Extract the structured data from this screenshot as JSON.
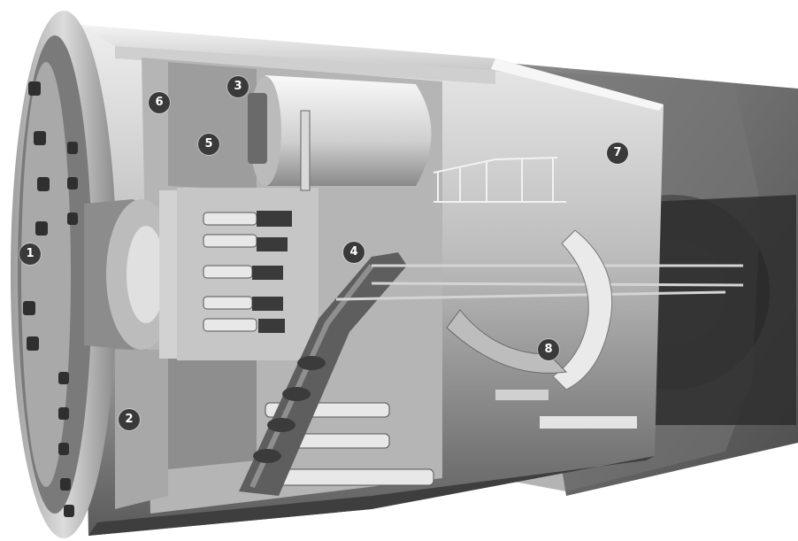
{
  "diagram": {
    "callouts": [
      {
        "label": "1"
      },
      {
        "label": "2"
      },
      {
        "label": "3"
      },
      {
        "label": "4"
      },
      {
        "label": "5"
      },
      {
        "label": "6"
      },
      {
        "label": "7"
      },
      {
        "label": "8"
      }
    ]
  },
  "colors": {
    "background": "#ffffff",
    "shield_light": "#d8d8d8",
    "shield_mid": "#9a9a9a",
    "shield_dark": "#4a4a4a",
    "lining_concrete": "#6e6e6e",
    "callout_fill": "#3a3a3a",
    "callout_text": "#ffffff"
  }
}
